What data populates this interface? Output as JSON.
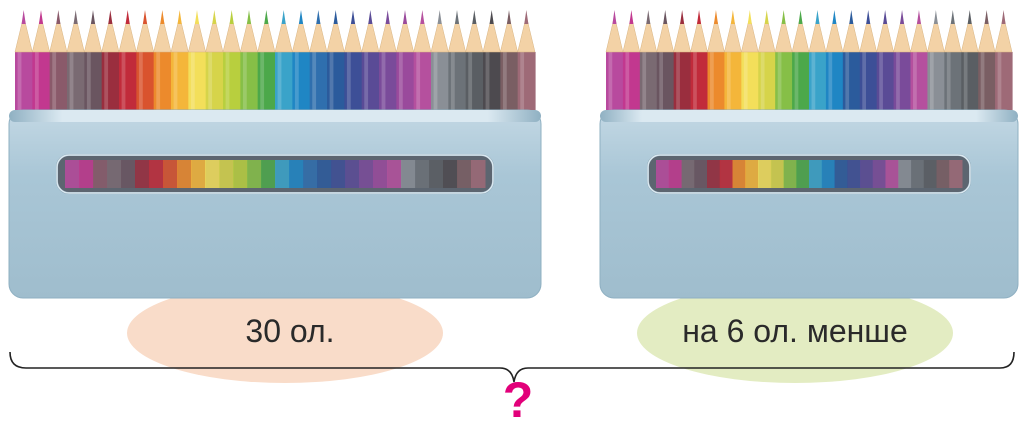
{
  "left_box": {
    "label": "30 ол.",
    "highlight_color": "#f9dcc9",
    "pencil_count": 30
  },
  "right_box": {
    "label": "на 6 ол. менше",
    "highlight_color": "#e3ecc2",
    "pencil_count": 24
  },
  "question": {
    "text": "?",
    "color": "#e2007a"
  },
  "colors": {
    "pencil_palette": [
      "#b84a9e",
      "#c2388f",
      "#8a5a6a",
      "#7a6a72",
      "#6a5560",
      "#9a2e3e",
      "#c12b3a",
      "#d9532e",
      "#ec8a2c",
      "#f4b63a",
      "#f3df5a",
      "#d6d44a",
      "#b8cf3e",
      "#86bf47",
      "#4ca84a",
      "#3aa3c9",
      "#1f86c4",
      "#2f6fae",
      "#2b5b9c",
      "#3d4f97",
      "#5a4b96",
      "#7a4b9a",
      "#9a4a9c",
      "#b5509e",
      "#8a8f96",
      "#6c7278",
      "#5a5e63",
      "#4d4a4f",
      "#7a5e63",
      "#9e6a77"
    ],
    "box_fill": "#a9c6d6",
    "box_rim": "#c9dde8",
    "wood": "#f3d2a6"
  }
}
